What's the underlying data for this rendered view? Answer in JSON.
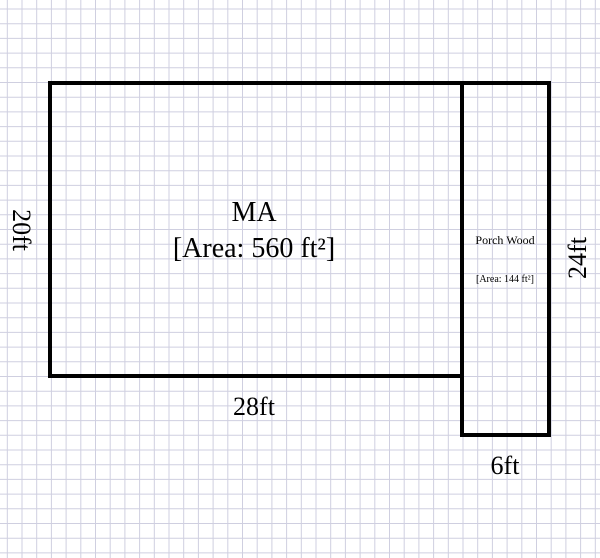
{
  "main_area": {
    "label": "MA",
    "area": "[Area: 560 ft²]",
    "width_label": "28ft",
    "height_label": "20ft"
  },
  "porch": {
    "label": "Porch Wood",
    "area": "[Area: 144 ft²]",
    "width_label": "6ft",
    "height_label": "24ft"
  },
  "colors": {
    "grid": "#cfcfe0",
    "wall": "#000000",
    "background": "#ffffff"
  }
}
